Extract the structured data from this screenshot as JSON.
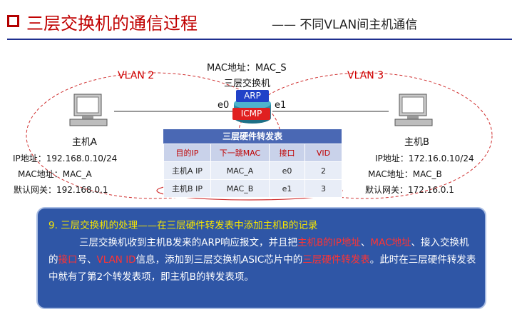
{
  "title": {
    "main": "三层交换机的通信过程",
    "sub": "—— 不同VLAN间主机通信"
  },
  "switch": {
    "mac": "MAC地址：MAC_S",
    "name": "三层交换机",
    "port_left": "e0",
    "port_right": "e1",
    "tag_arp": "ARP",
    "tag_icmp": "ICMP"
  },
  "vlan_left": "VLAN 2",
  "vlan_right": "VLAN 3",
  "host_a": {
    "name": "主机A",
    "ip": "IP地址：192.168.0.10/24",
    "mac": "MAC地址：MAC_A",
    "gw": "默认网关：192.168.0.1"
  },
  "host_b": {
    "name": "主机B",
    "ip": "IP地址：172.16.0.10/24",
    "mac": "MAC地址：MAC_B",
    "gw": "默认网关：172.16.0.1"
  },
  "table": {
    "title": "三层硬件转发表",
    "headers": [
      "目的IP",
      "下一跳MAC",
      "接口",
      "VID"
    ],
    "rows": [
      [
        "主机A IP",
        "MAC_A",
        "e0",
        "2"
      ],
      [
        "主机B IP",
        "MAC_B",
        "e1",
        "3"
      ]
    ]
  },
  "note": {
    "title": "9.  三层交换机的处理——在三层硬件转发表中添加主机B的记录",
    "p1": "三层交换机收到主机B发来的ARP响应报文，并且把",
    "h1": "主机B的IP地址",
    "p2": "、",
    "h2": "MAC地址",
    "p3": "、接入交换机的",
    "h3": "接口",
    "p4": "号、",
    "h4": "VLAN ID",
    "p5": "信息，添加到三层交换机ASIC芯片中的",
    "h5": "三层硬件转发表",
    "p6": "。此时在三层硬件转发表中就有了第2个转发表项，即主机B的转发表项。"
  },
  "colors": {
    "accent_red": "#c00000",
    "note_bg": "#2f56a6",
    "note_title": "#f5e400",
    "table_header": "#4a68b4"
  }
}
